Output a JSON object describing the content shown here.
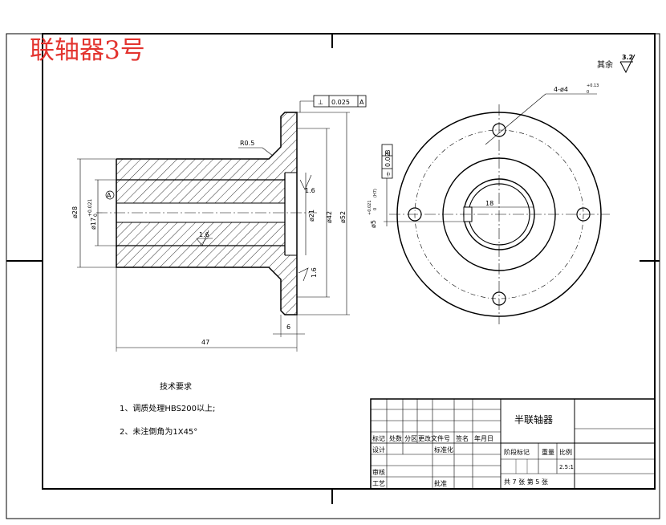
{
  "title_stamp": "联轴器3号",
  "surface_note": {
    "prefix": "其余",
    "value": "3.2"
  },
  "section_view": {
    "datum_A": "A",
    "flatness_frame": {
      "symbol": "⊥",
      "tolerance": "0.025",
      "datum": "A"
    },
    "fillet": "R0.5",
    "roughness": [
      "1.6",
      "1.6",
      "1.6"
    ],
    "dims": {
      "outer_left_dia": "ø28",
      "bore_dia": "ø17",
      "bore_tol": "+0.021",
      "bore_tol_low": "0",
      "center_dia": "ø21",
      "boss_dia": "ø42",
      "flange_dia": "ø52",
      "flange_width": "6",
      "total_length": "47"
    }
  },
  "front_view": {
    "holes": "4-ø4",
    "holes_tol_up": "+0.13",
    "holes_tol_low": "0",
    "keyway_width": "18",
    "sym_frame": {
      "symbol": "⌯",
      "tolerance": "0.02",
      "datum": "B"
    },
    "hole_fit": "ø5",
    "hole_fit_tol": "+0.021",
    "hole_fit_low": "0",
    "fit_code": "(H7)"
  },
  "tech_requirements": {
    "heading": "技术要求",
    "items": [
      "1、调质处理HBS200以上;",
      "2、未注倒角为1X45°"
    ]
  },
  "title_block": {
    "part_name": "半联轴器",
    "row_labels": [
      "标记",
      "处数",
      "分区",
      "更改文件号",
      "签名",
      "年月日"
    ],
    "designer": "设计",
    "standardize": "标准化",
    "reviewer": "审核",
    "process": "工艺",
    "approve": "批准",
    "stage_label": "阶段标记",
    "weight_label": "重量",
    "scale_label": "比例",
    "scale_value": "2.5:1",
    "sheets": "共 7 张  第 5 张"
  }
}
